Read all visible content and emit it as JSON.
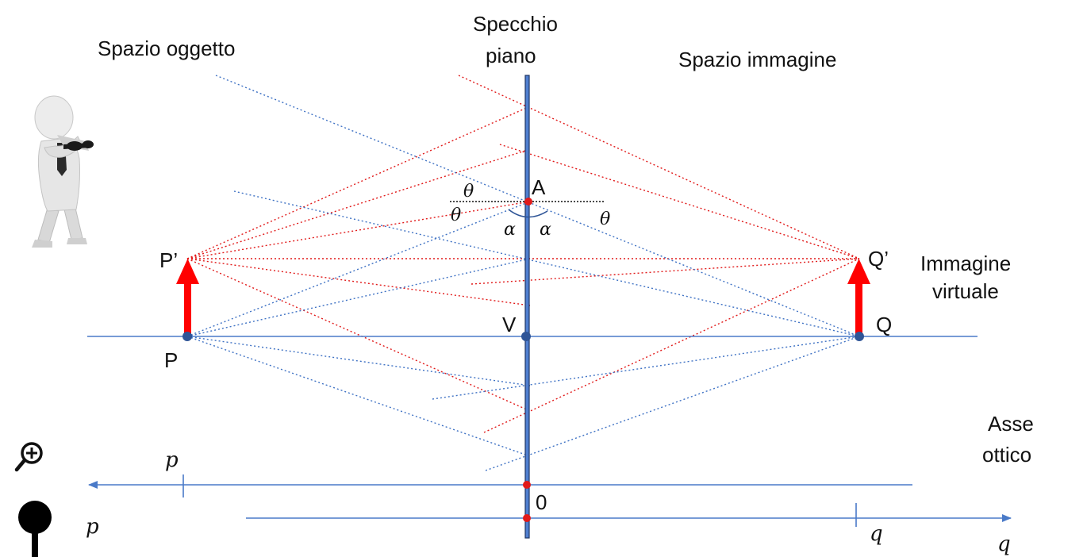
{
  "labels": {
    "mirror_line1": "Specchio",
    "mirror_line2": "piano",
    "object_space": "Spazio oggetto",
    "image_space": "Spazio immagine",
    "virtual_image_line1": "Immagine",
    "virtual_image_line2": "virtuale",
    "optical_axis_line1": "Asse",
    "optical_axis_line2": "ottico"
  },
  "points": {
    "A": "A",
    "V": "V",
    "P": "P",
    "P_prime": "P’",
    "Q": "Q",
    "Q_prime": "Q’",
    "origin": "0"
  },
  "symbols": {
    "theta": "θ",
    "alpha": "α",
    "p": "p",
    "q": "q"
  },
  "icons": [
    "magnifier-plus-icon",
    "pin-icon",
    "person-with-glasses-figure"
  ],
  "colors": {
    "mirror": "#2b4a8a",
    "axis": "#4a7ac8",
    "ray_red": "#e11a1a",
    "ray_blue": "#3f72c4",
    "arrow": "#ff0000",
    "point_red": "#e11a1a",
    "point_blue": "#2f5597"
  }
}
